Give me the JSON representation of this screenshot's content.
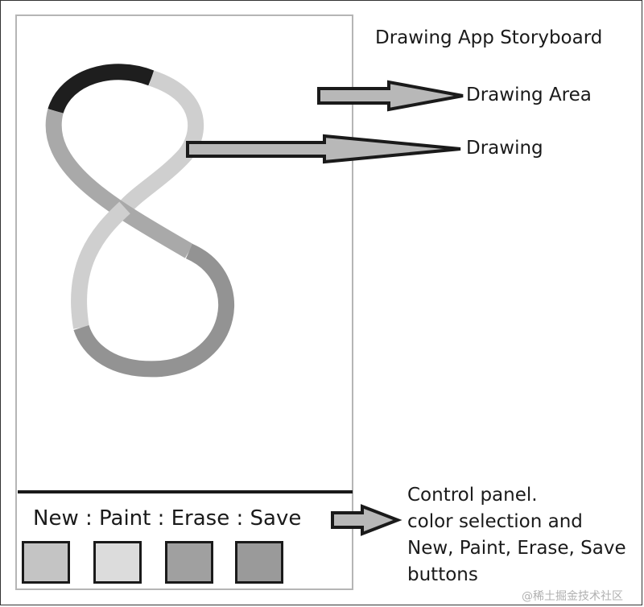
{
  "title": "Drawing App Storyboard",
  "annotations": {
    "drawing_area": "Drawing Area",
    "drawing": "Drawing",
    "control_panel_lines": [
      "Control panel.",
      "color selection and",
      "New, Paint, Erase, Save",
      "buttons"
    ]
  },
  "control_panel": {
    "buttons_text": "New : Paint : Erase : Save",
    "swatches": [
      {
        "name": "swatch-1",
        "color": "#c4c4c4"
      },
      {
        "name": "swatch-2",
        "color": "#dcdcdc"
      },
      {
        "name": "swatch-3",
        "color": "#a0a0a0"
      },
      {
        "name": "swatch-4",
        "color": "#9a9a9a"
      }
    ]
  },
  "stroke_colors": {
    "black": "#1e1e1e",
    "light": "#cfcfcf",
    "mid": "#a9a9a9",
    "dark": "#939393"
  },
  "watermark": "@稀土掘金技术社区"
}
